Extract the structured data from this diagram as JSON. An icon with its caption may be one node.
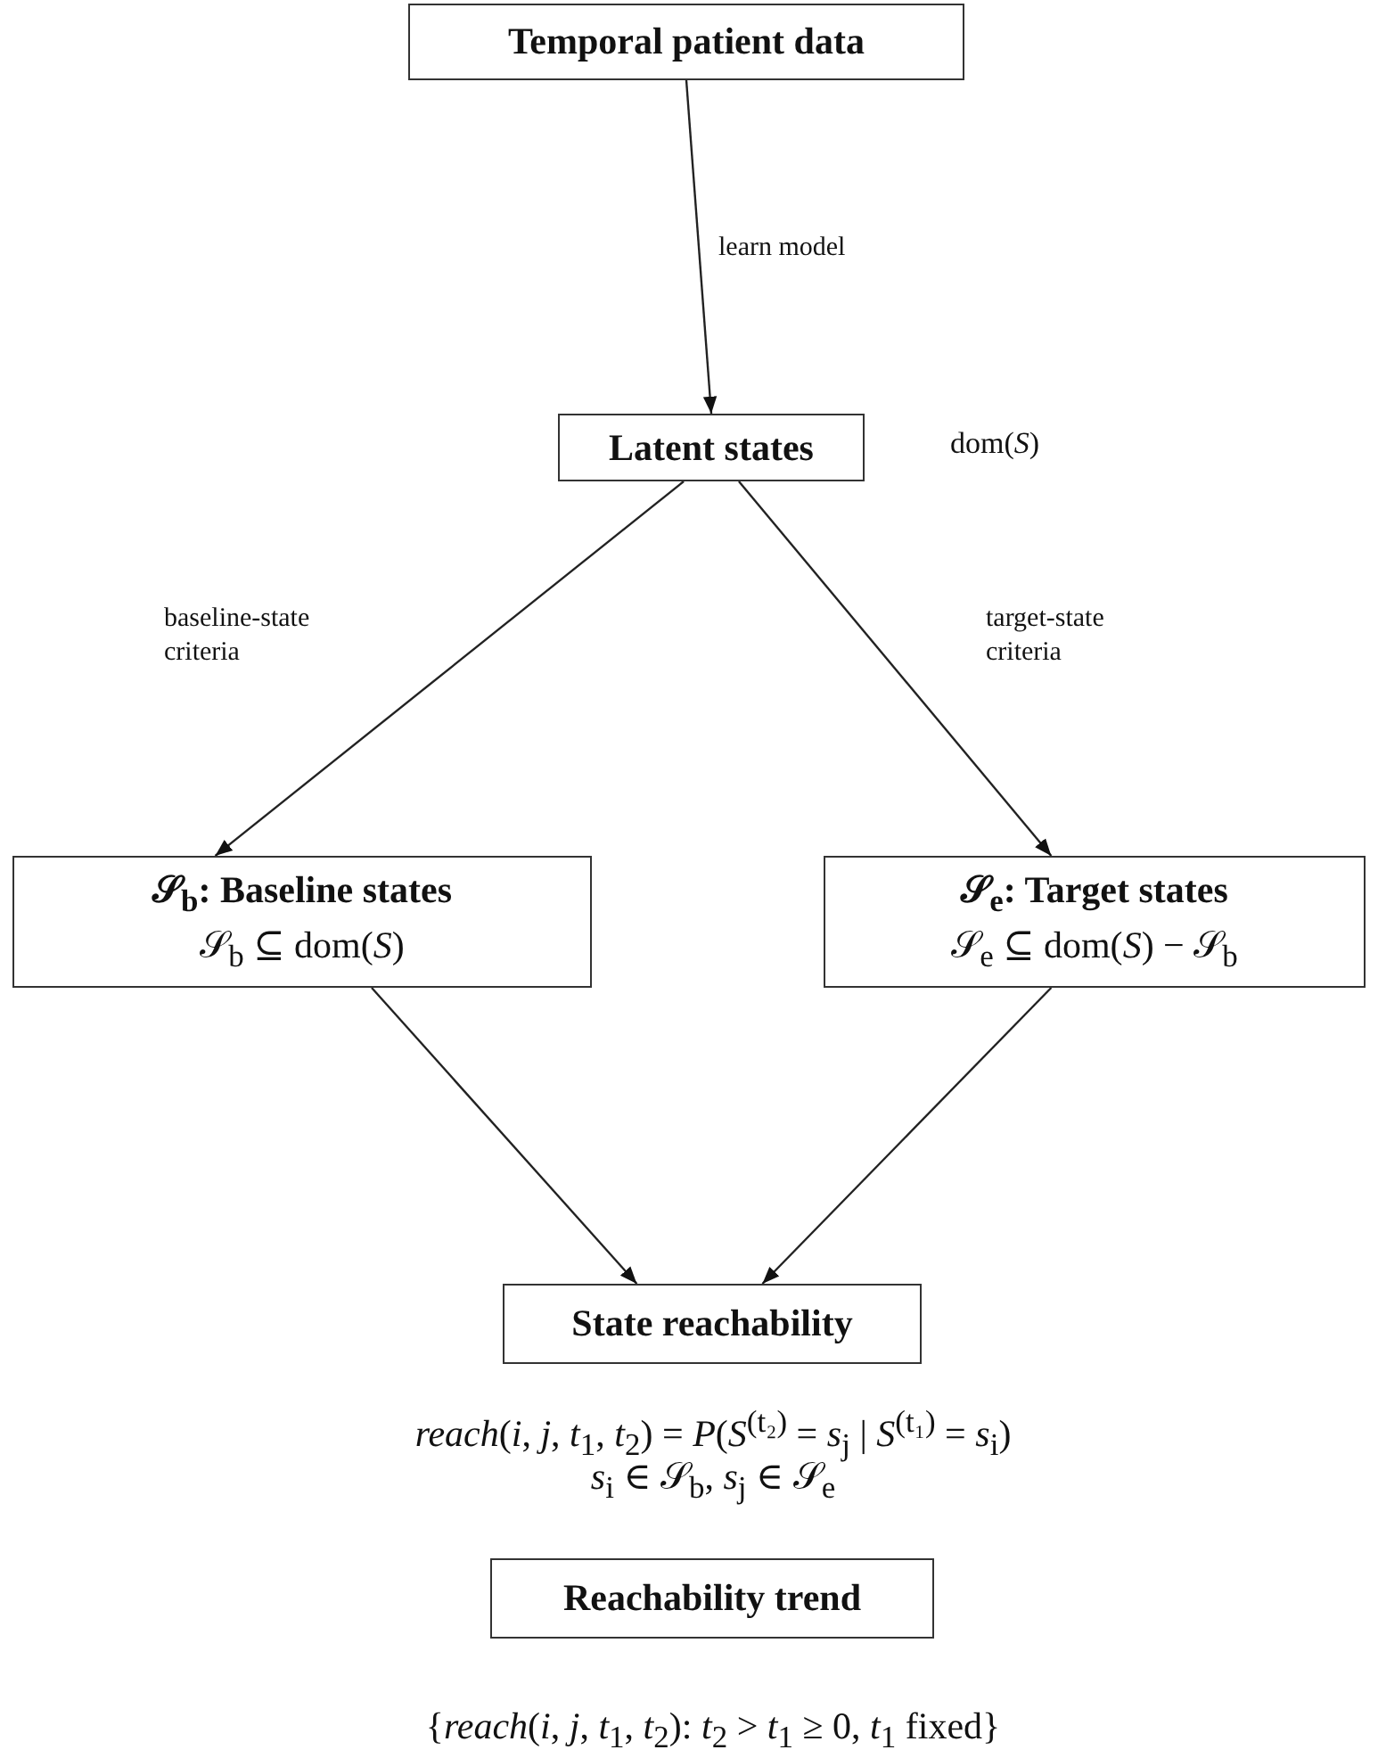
{
  "diagram": {
    "nodes": [
      {
        "text": [
          "Temporal patient data"
        ]
      },
      {
        "text": [
          "Latent states"
        ],
        "beside": [
          "dom(*S*)"
        ]
      },
      {
        "text": [
          "𝒮$_{b}$**: Baseline states**",
          "𝒮$_{b}$ ⊆ dom(*S*)"
        ]
      },
      {
        "text": [
          "𝒮$_{e}$**: Target states**",
          "𝒮$_{e}$ ⊆ dom(*S*) − 𝒮$_{b}$"
        ]
      },
      {
        "text": [
          "State reachability"
        ],
        "beside": [
          "*reach*(*i*, *j*, *t*$_{1}$, *t*$_{2}$) = *P*(*S*$^{(t₂)}$ = *s*$_{j}$ | *S*$^{(t₁)}$ = *s*$_{i}$)",
          "*s*$_{i}$ ∈ 𝒮$_{b}$, *s*$_{j}$ ∈ 𝒮$_{e}$"
        ]
      },
      {
        "text": [
          "Reachability trend"
        ],
        "beside": [
          "{*reach*(*i*, *j*, *t*$_{1}$, *t*$_{2}$): *t*$_{2}$ > *t*$_{1}$ ≥ 0, *t*$_{1}$ fixed}"
        ]
      }
    ],
    "edges": [
      {
        "from": 0,
        "to": 1,
        "arrow": "to",
        "label": "learn model"
      },
      {
        "from": 1,
        "to": 2,
        "arrow": "to",
        "label": "baseline-state criteria"
      },
      {
        "from": 1,
        "to": 3,
        "arrow": "to",
        "label": "target-state criteria"
      },
      {
        "from": 2,
        "to": 4,
        "arrow": "to"
      },
      {
        "from": 3,
        "to": 4,
        "arrow": "to"
      }
    ]
  }
}
